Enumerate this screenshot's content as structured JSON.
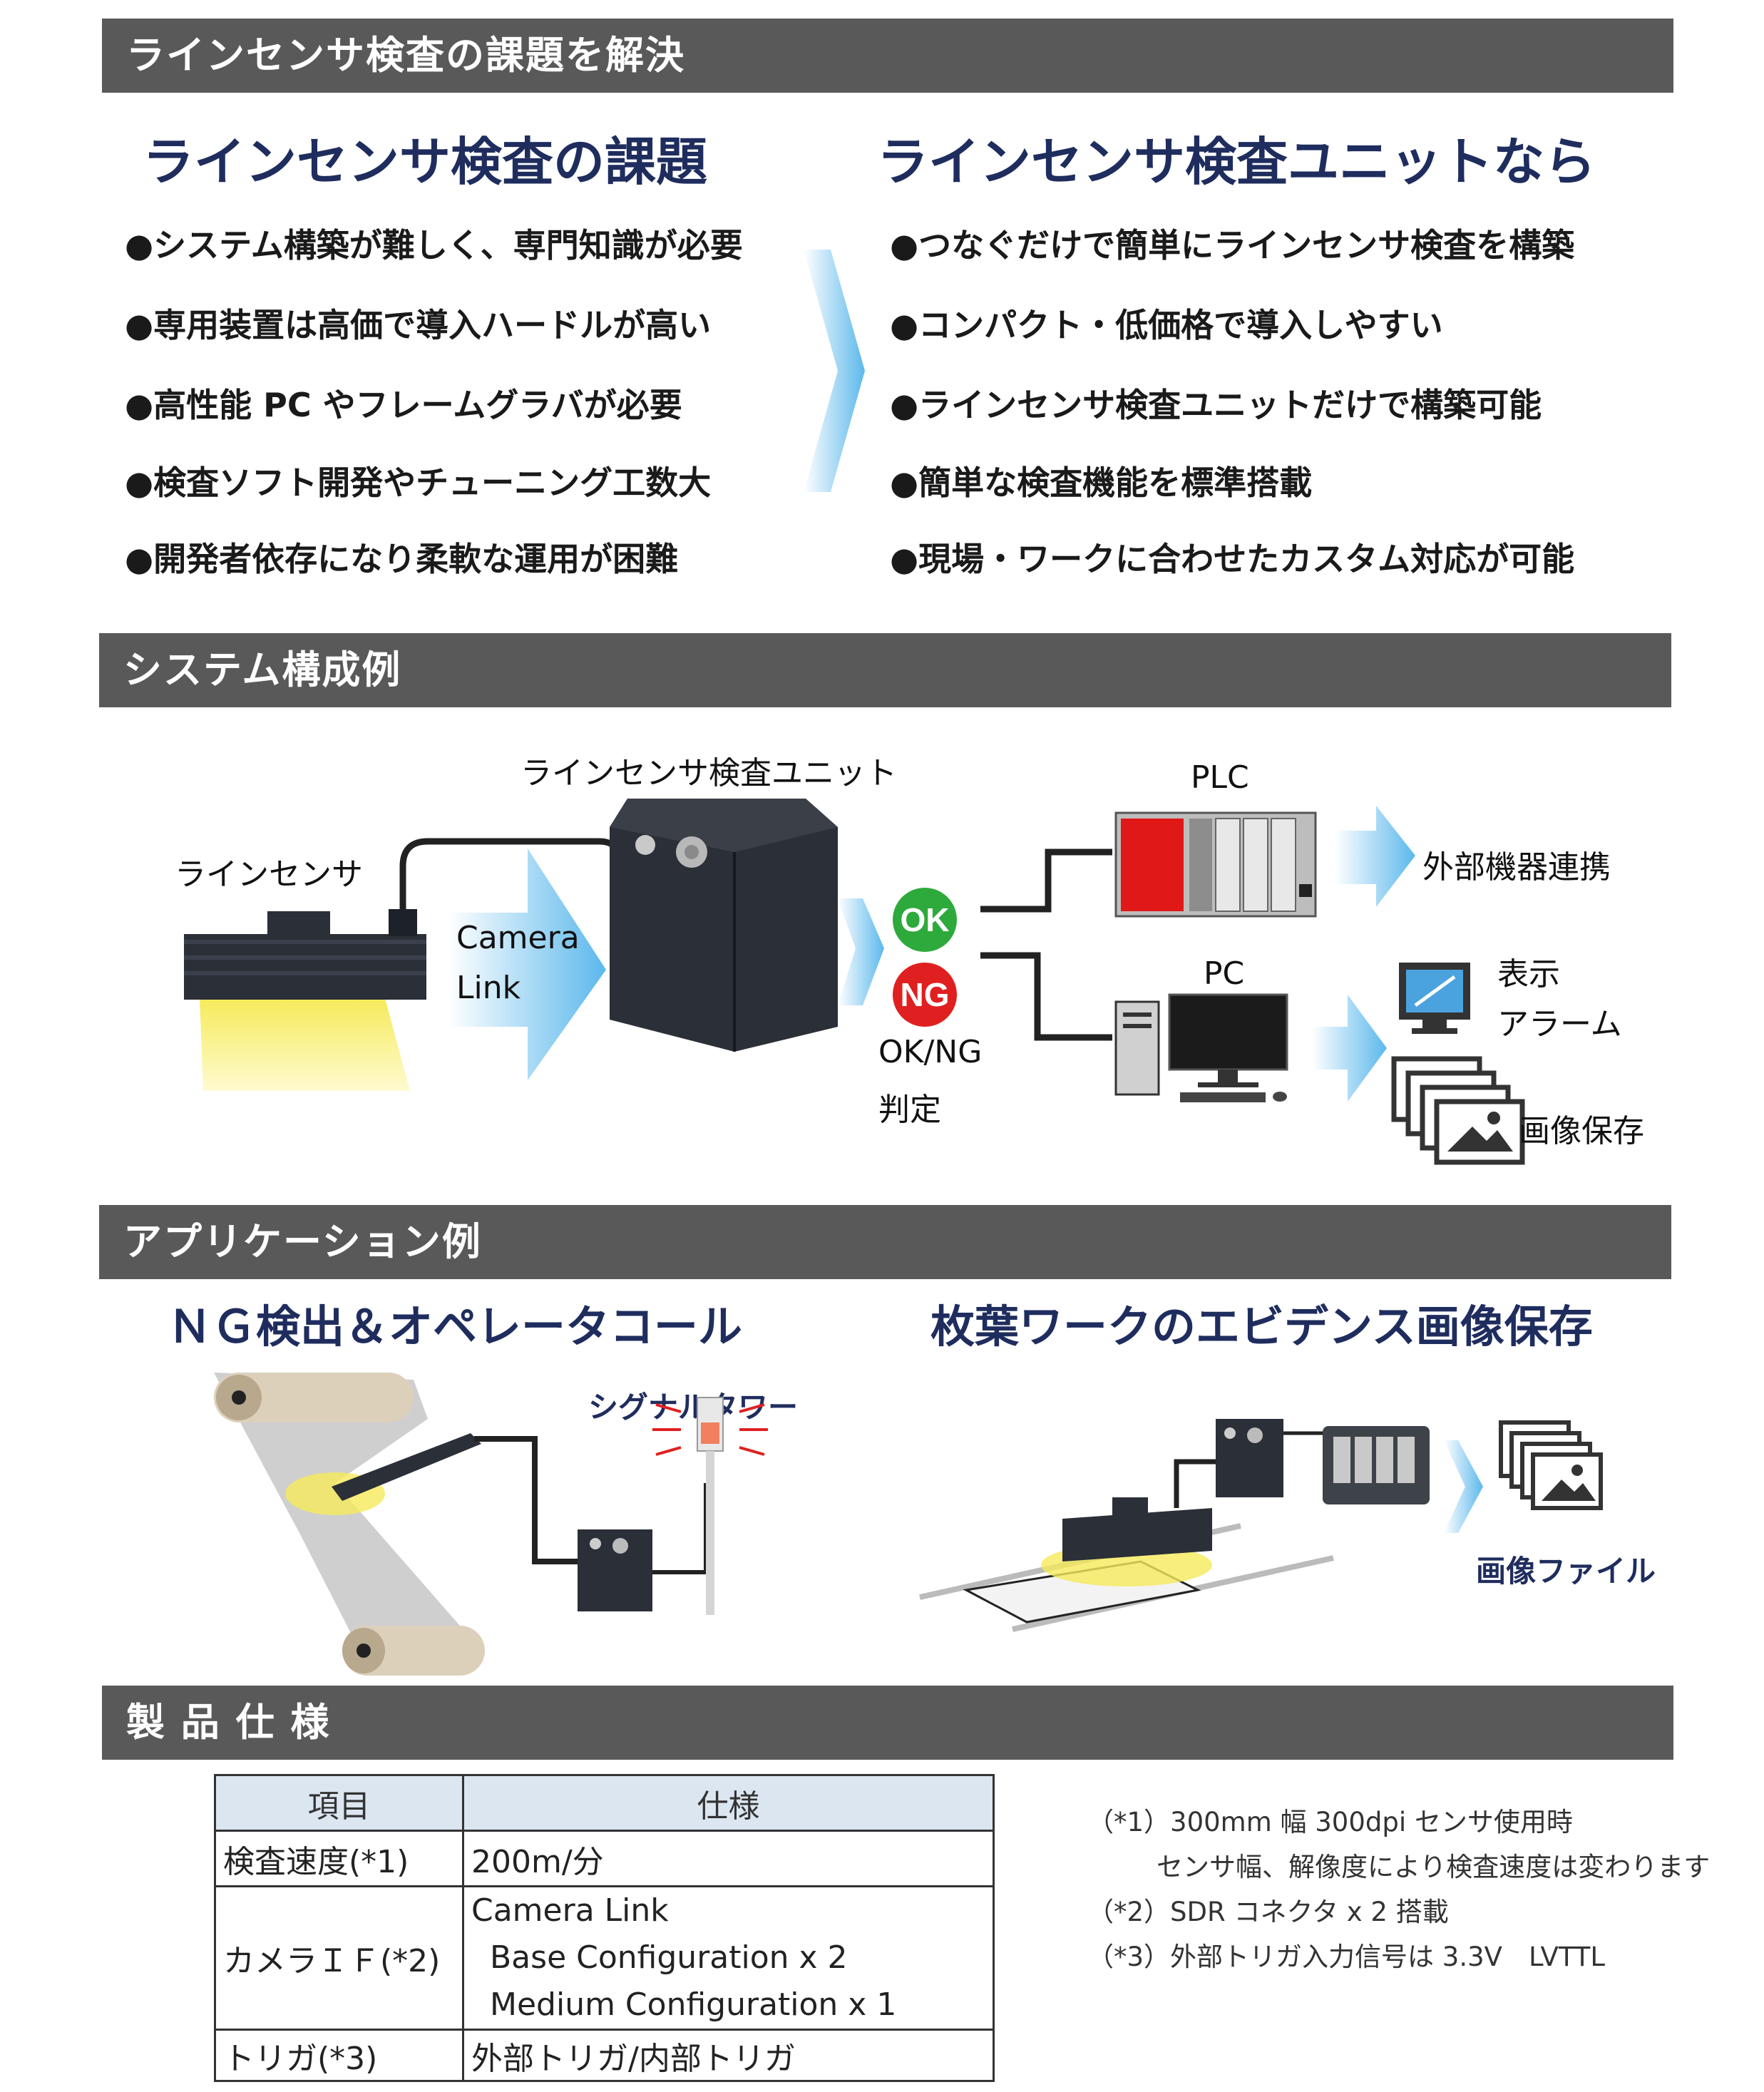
{
  "sections": {
    "solve": "ラインセンサ検査の課題を解決",
    "system": "システム構成例",
    "application": "アプリケーション例",
    "spec": "製 品 仕 様"
  },
  "problems": {
    "heading": "ラインセンサ検査の課題",
    "items": [
      "●システム構築が難しく、専門知識が必要",
      "●専用装置は高価で導入ハードルが高い",
      "●高性能 PC やフレームグラバが必要",
      "●検査ソフト開発やチューニング工数大",
      "●開発者依存になり柔軟な運用が困難"
    ]
  },
  "solutions": {
    "heading": "ラインセンサ検査ユニットなら",
    "items": [
      "●つなぐだけで簡単にラインセンサ検査を構築",
      "●コンパクト・低価格で導入しやすい",
      "●ラインセンサ検査ユニットだけで構築可能",
      "●簡単な検査機能を標準搭載",
      "●現場・ワークに合わせたカスタム対応が可能"
    ]
  },
  "system": {
    "unit_label": "ラインセンサ検査ユニット",
    "sensor_label": "ラインセンサ",
    "camera_link_1": "Camera",
    "camera_link_2": "Link",
    "ok": "OK",
    "ng": "NG",
    "judge_1": "OK/NG",
    "judge_2": "判定",
    "plc": "PLC",
    "pc": "PC",
    "external": "外部機器連携",
    "display_1": "表示",
    "display_2": "アラーム",
    "save": "画像保存"
  },
  "apps": {
    "left_title": "ＮＧ検出＆オペレータコール",
    "signal_tower": "シグナルタワー",
    "right_title": "枚葉ワークのエビデンス画像保存",
    "image_file": "画像ファイル"
  },
  "spec_table": {
    "headers": [
      "項目",
      "仕様"
    ],
    "row1": {
      "item": "検査速度(*1)",
      "value": "200m/分"
    },
    "row2": {
      "item": "カメラＩＦ(*2)",
      "lines": [
        "Camera Link",
        "Base Configuration x 2",
        "Medium Configuration x 1"
      ]
    },
    "row3": {
      "item": "トリガ(*3)",
      "value": "外部トリガ/内部トリガ"
    }
  },
  "notes": [
    "（*1）300mm 幅 300dpi センサ使用時",
    "センサ幅、解像度により検査速度は変わります",
    "（*2）SDR コネクタ x 2 搭載",
    "（*3）外部トリガ入力信号は 3.3V　LVTTL"
  ],
  "colors": {
    "section_bar": "#595959",
    "heading_navy": "#1f2d5e",
    "arrow_blue": "#5cb8ec",
    "ok_green": "#2eaa3c",
    "ng_red": "#e02020",
    "glow_yellow": "#f5ea5a",
    "table_header": "#dce6f1"
  }
}
